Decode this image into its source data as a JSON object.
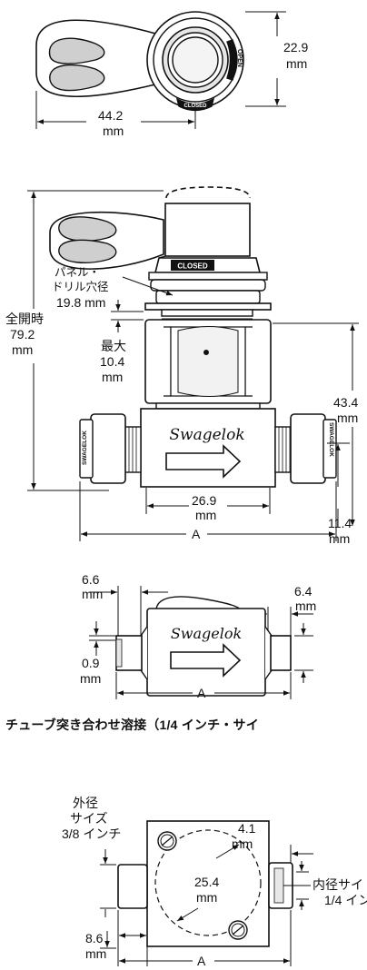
{
  "top_view": {
    "height_value": "22.9",
    "height_unit": "mm",
    "width_value": "44.2",
    "width_unit": "mm",
    "open_label": "OPEN",
    "closed_label": "CLOSED"
  },
  "front_view": {
    "closed_label": "CLOSED",
    "brand": "Swagelok",
    "side_brand": "SWAGELOK",
    "panel_label_1": "パネル・",
    "panel_label_2": "ドリル穴径",
    "panel_value": "19.8 mm",
    "full_open_label": "全開時",
    "full_open_value": "79.2",
    "full_open_unit": "mm",
    "max_label": "最大",
    "max_value": "10.4",
    "max_unit": "mm",
    "height_value": "43.4",
    "height_unit": "mm",
    "width_value": "26.9",
    "width_unit": "mm",
    "base_value": "11.4",
    "base_unit": "mm",
    "a_label": "A"
  },
  "butt_weld_view": {
    "left_value": "6.6",
    "left_unit": "mm",
    "right_value": "6.4",
    "right_unit": "mm",
    "offset_value": "0.9",
    "offset_unit": "mm",
    "brand": "Swagelok",
    "a_label": "A",
    "section_title": "チューブ突き合わせ溶接（1/4 インチ・サイ"
  },
  "bottom_view": {
    "od_label_1": "外径",
    "od_label_2": "サイズ",
    "od_label_3": "3/8 インチ",
    "right_value": "4.1",
    "right_unit": "mm",
    "center_value": "25.4",
    "center_unit": "mm",
    "id_label_1": "内径サイ",
    "id_label_2": "1/4 イン",
    "bottom_value": "8.6",
    "bottom_unit": "mm",
    "a_label": "A"
  }
}
